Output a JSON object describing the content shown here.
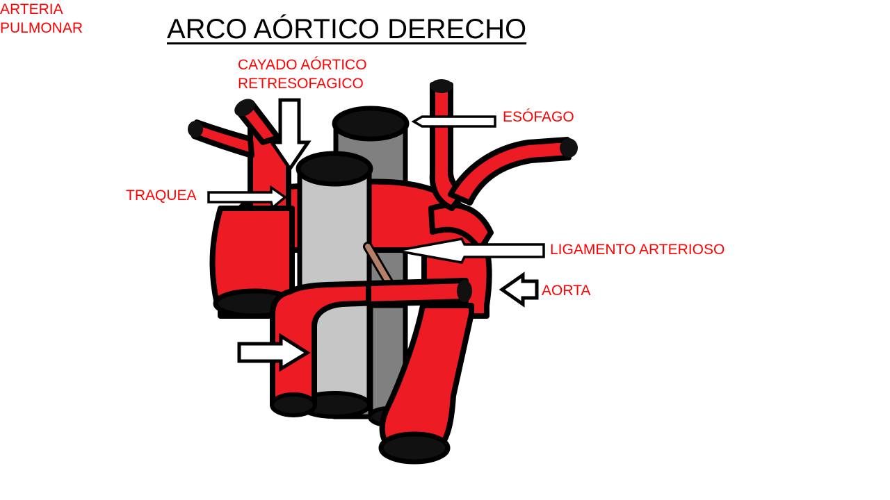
{
  "title": "ARCO AÓRTICO DERECHO",
  "labels": {
    "cayado": "CAYADO AÓRTICO\nRETRESOFAGICO",
    "esofago": "ESÓFAGO",
    "traquea": "TRAQUEA",
    "ligamento": "LIGAMENTO ARTERIOSO",
    "aorta": "AORTA",
    "arteria_pulmonar": "ARTERIA\nPULMONAR"
  },
  "colors": {
    "background": "#FFFFFF",
    "label_red": "#FF0000",
    "title_black": "#000000",
    "vessel_red": "#ED1C24",
    "outline_black": "#000000",
    "trachea_gray": "#C6C6C6",
    "esophagus_gray": "#808080",
    "ligament_tan": "#B5806A",
    "arrow_fill": "#FFFFFF"
  },
  "diagram": {
    "type": "anatomical-illustration",
    "subject": "Right aortic arch with retroesophageal aortic arch",
    "structures": [
      {
        "name": "trachea",
        "render": "light-gray-cylinder",
        "position": "front-center-left"
      },
      {
        "name": "esophagus",
        "render": "dark-gray-cylinder",
        "position": "behind-center-right"
      },
      {
        "name": "right-aortic-arch",
        "render": "red-vessel-arch",
        "position": "center"
      },
      {
        "name": "retroesophageal-aortic-arch",
        "render": "red-vessel-segment",
        "position": "left-upper"
      },
      {
        "name": "brachiocephalic-branches",
        "render": "red-branch-y",
        "position": "top-left"
      },
      {
        "name": "left-subclavian-artery",
        "render": "red-vessel-curve",
        "position": "top-right"
      },
      {
        "name": "left-common-carotid",
        "render": "red-vessel-vertical",
        "position": "top-right"
      },
      {
        "name": "pulmonary-artery",
        "render": "red-vessel-bifurcation",
        "position": "lower-center"
      },
      {
        "name": "descending-aorta",
        "render": "red-vessel-trunk",
        "position": "lower-right"
      },
      {
        "name": "ligamentum-arteriosum",
        "render": "tan-band",
        "position": "center-right"
      }
    ],
    "pointers": [
      {
        "target": "cayado",
        "style": "block-arrow-down",
        "direction": "down"
      },
      {
        "target": "esofago",
        "style": "thin-line-arrow",
        "direction": "left"
      },
      {
        "target": "traquea",
        "style": "thin-line-arrow",
        "direction": "right"
      },
      {
        "target": "ligamento",
        "style": "thin-line-arrow",
        "direction": "left"
      },
      {
        "target": "aorta",
        "style": "block-arrow",
        "direction": "left"
      },
      {
        "target": "arteria_pulmonar",
        "style": "block-arrow",
        "direction": "right"
      }
    ]
  }
}
